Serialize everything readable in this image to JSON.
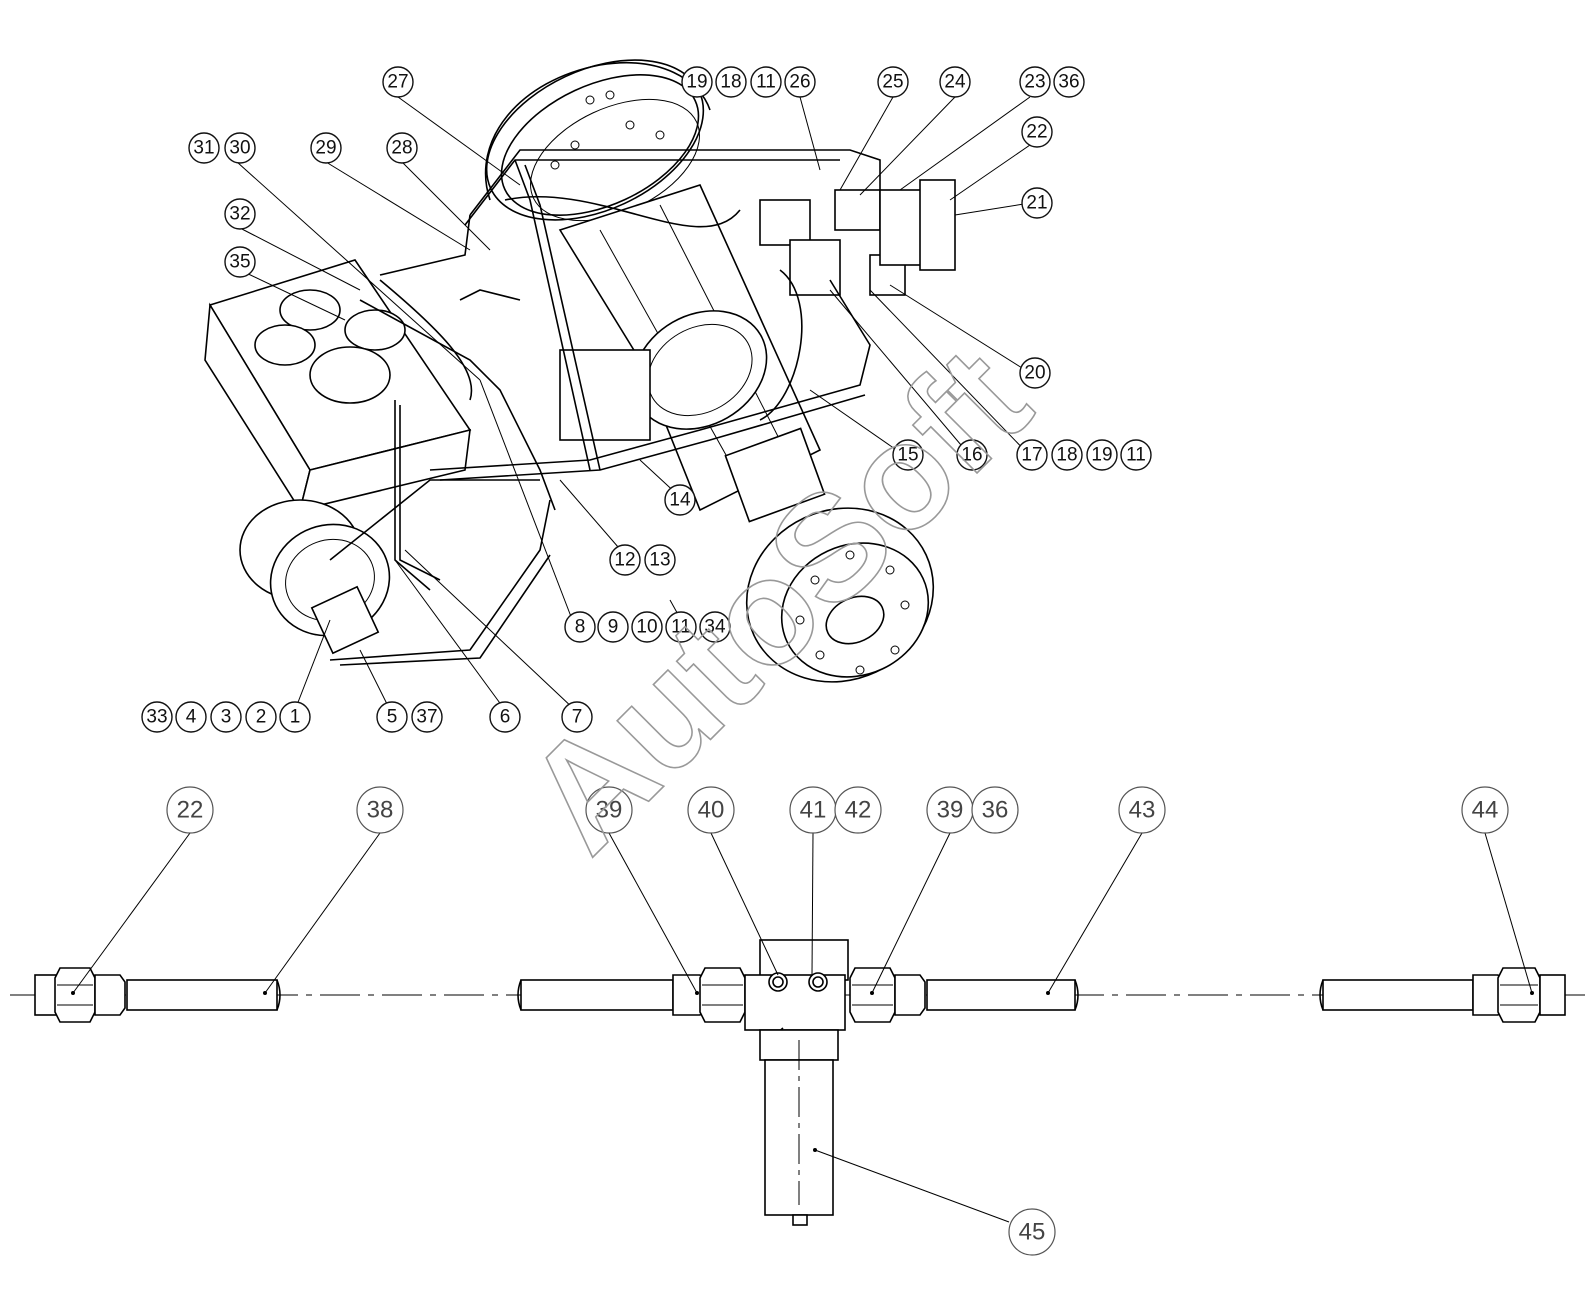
{
  "watermark": "AutoSoft",
  "colors": {
    "ink": "#000000",
    "label_text_lower": "#444444",
    "watermark_outline": "#999999",
    "background": "#ffffff"
  },
  "upper_callouts": {
    "row_top_right": [
      "19",
      "18",
      "11",
      "26",
      "25",
      "24",
      "23",
      "36",
      "22",
      "21",
      "20"
    ],
    "row_top_left": [
      "27",
      "31",
      "30",
      "29",
      "28",
      "32",
      "35"
    ],
    "row_middle": [
      "15",
      "16",
      "17",
      "18",
      "19",
      "11",
      "14",
      "12",
      "13"
    ],
    "row_bottom": [
      "8",
      "9",
      "10",
      "11",
      "34",
      "33",
      "4",
      "3",
      "2",
      "1",
      "5",
      "37",
      "6",
      "7"
    ]
  },
  "lower_callouts": [
    "22",
    "38",
    "39",
    "40",
    "41",
    "42",
    "39",
    "36",
    "43",
    "44",
    "45"
  ]
}
